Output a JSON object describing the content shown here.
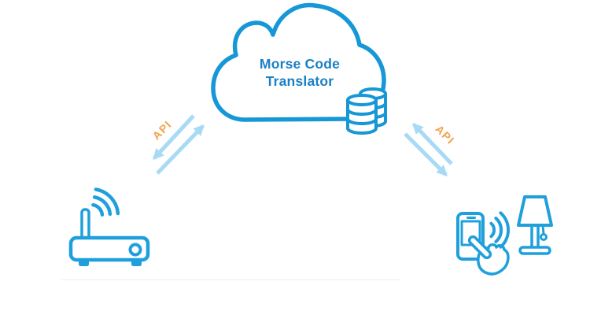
{
  "cloud": {
    "label": "Morse Code Translator",
    "icons": [
      "cloud-icon",
      "database-icon"
    ]
  },
  "links": {
    "left": {
      "label": "API",
      "arrows": [
        "arrow-to-router",
        "arrow-to-cloud"
      ]
    },
    "right": {
      "label": "API",
      "arrows": [
        "arrow-to-cloud",
        "arrow-to-devices"
      ]
    }
  },
  "devices": {
    "left": {
      "name": "wifi-router",
      "icons": [
        "router-icon",
        "wifi-signal-icon"
      ]
    },
    "right": {
      "name": "smart-home-devices",
      "icons": [
        "smartphone-icon",
        "tap-hand-icon",
        "wifi-signal-icon",
        "table-lamp-icon"
      ]
    }
  },
  "colors": {
    "cloud_blue": "#1697D6",
    "title_blue": "#1B80C4",
    "device_blue": "#1FA0DC",
    "arrow_blue": "#A9DAF5",
    "api_orange": "#F2A24E",
    "background": "#FFFFFF"
  }
}
